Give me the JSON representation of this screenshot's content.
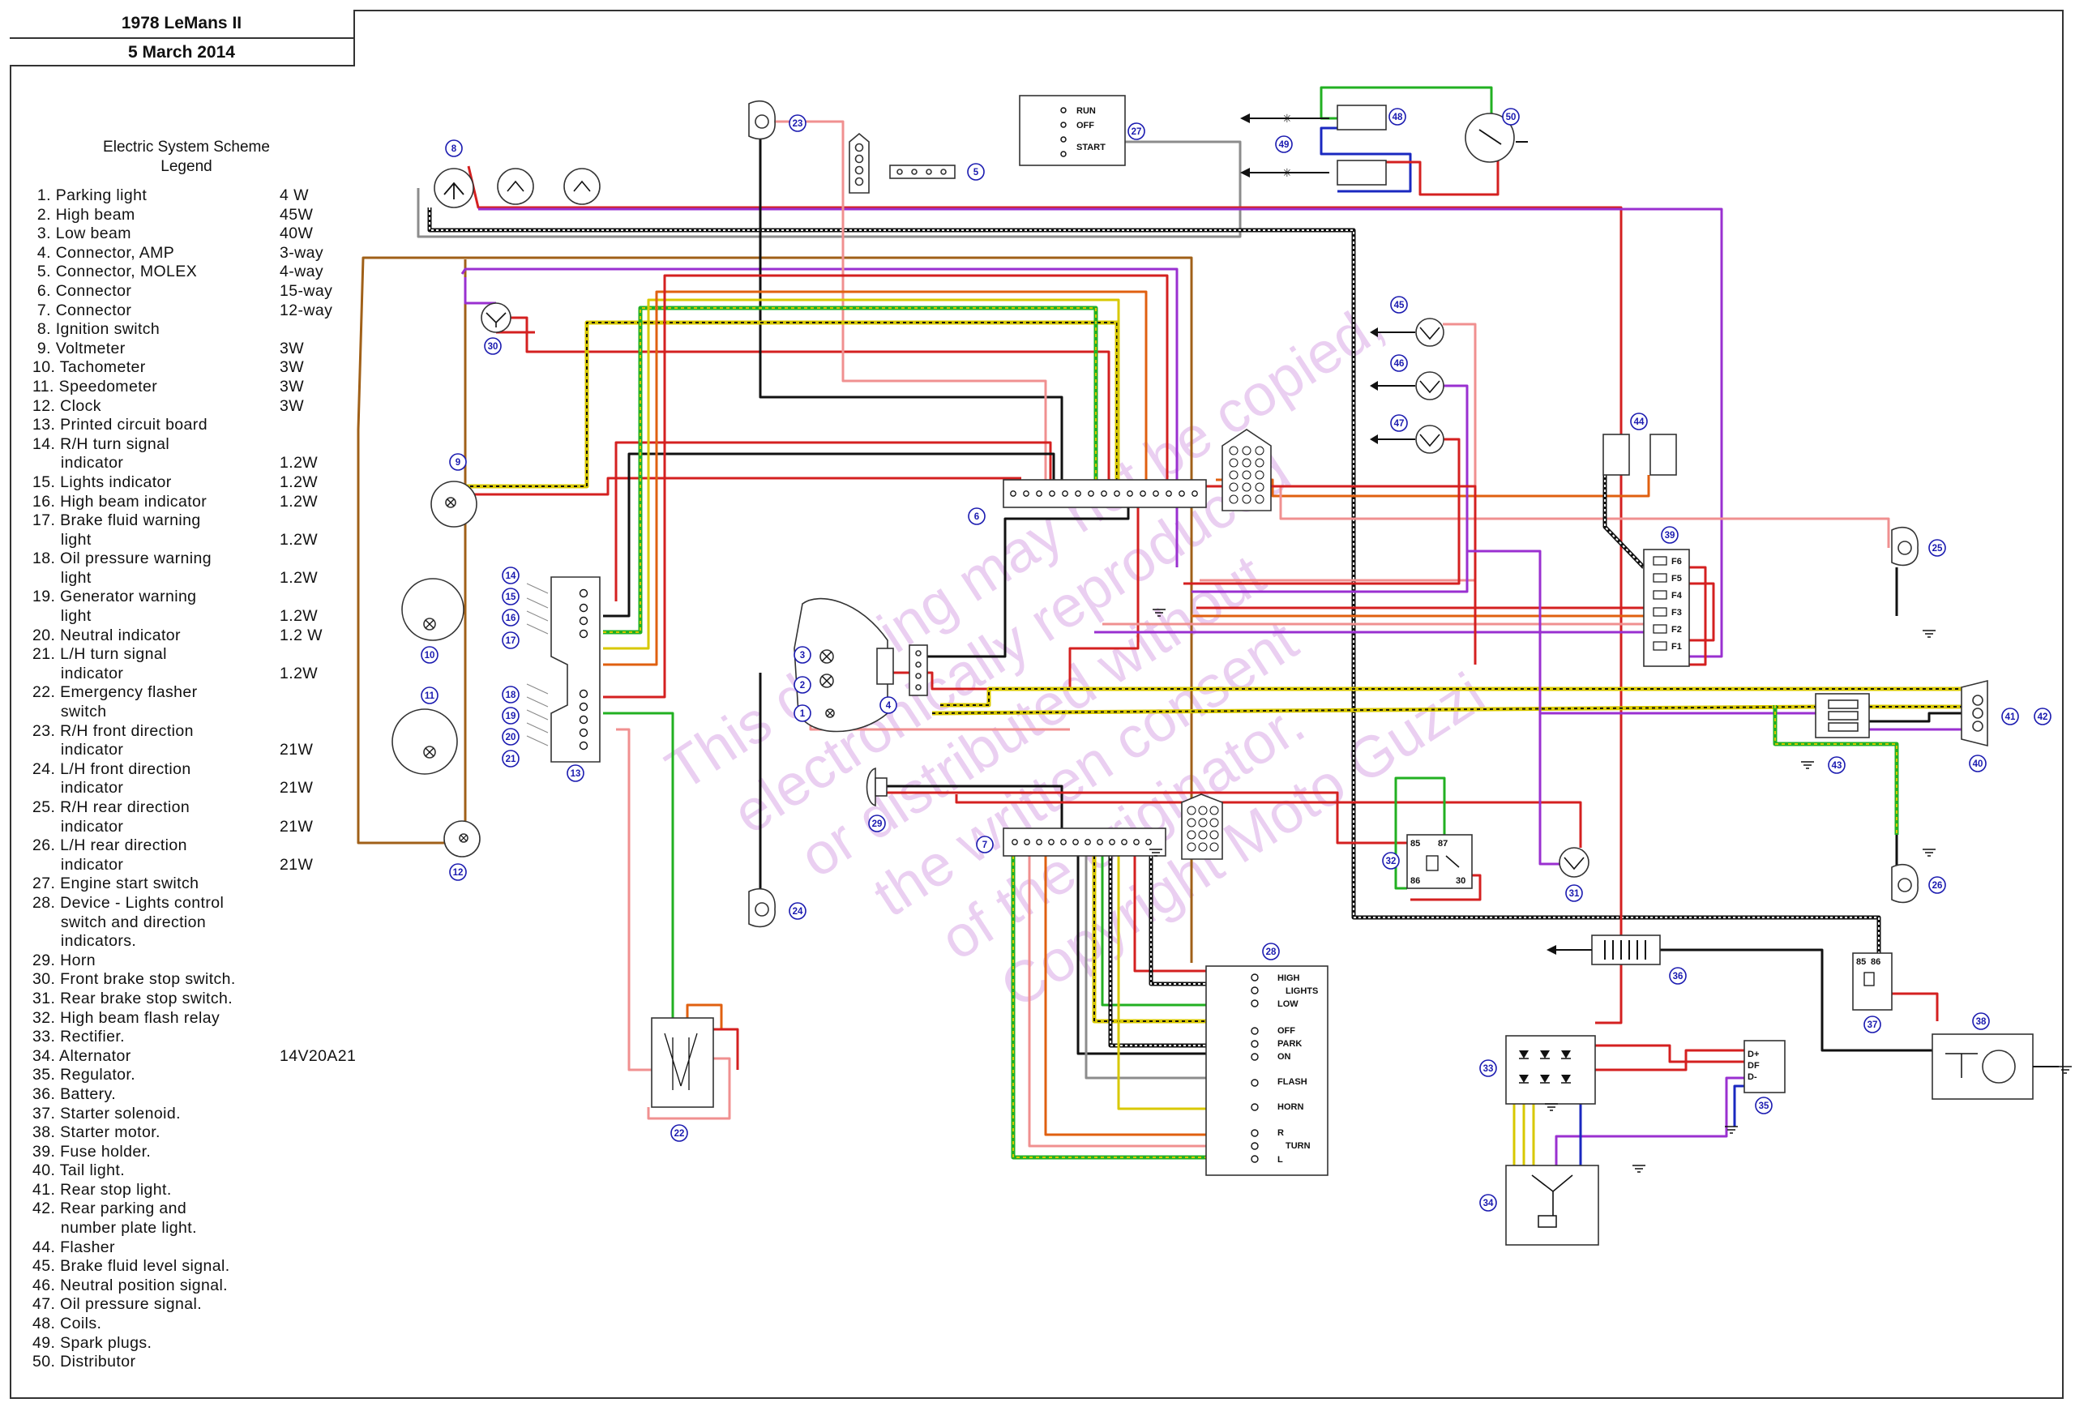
{
  "title": {
    "line1": "1978 LeMans II",
    "line2": "5 March 2014"
  },
  "legend": {
    "heading_line1": "Electric System Scheme",
    "heading_line2": "Legend",
    "items": [
      {
        "label": " 1. Parking light",
        "spec": "4 W"
      },
      {
        "label": " 2. High beam",
        "spec": "45W"
      },
      {
        "label": " 3. Low beam",
        "spec": "40W"
      },
      {
        "label": " 4. Connector, AMP",
        "spec": "3-way"
      },
      {
        "label": " 5. Connector, MOLEX",
        "spec": "4-way"
      },
      {
        "label": " 6. Connector",
        "spec": "15-way"
      },
      {
        "label": " 7. Connector",
        "spec": "12-way"
      },
      {
        "label": " 8. Ignition switch",
        "spec": ""
      },
      {
        "label": " 9. Voltmeter",
        "spec": "3W"
      },
      {
        "label": "10. Tachometer",
        "spec": "3W"
      },
      {
        "label": "11. Speedometer",
        "spec": "3W"
      },
      {
        "label": "12. Clock",
        "spec": "3W"
      },
      {
        "label": "13. Printed circuit board",
        "spec": ""
      },
      {
        "label": "14. R/H turn signal",
        "spec": ""
      },
      {
        "label": "      indicator",
        "spec": "1.2W"
      },
      {
        "label": "15. Lights indicator",
        "spec": "1.2W"
      },
      {
        "label": "16. High beam indicator",
        "spec": "1.2W"
      },
      {
        "label": "17. Brake fluid warning",
        "spec": ""
      },
      {
        "label": "      light",
        "spec": "1.2W"
      },
      {
        "label": "18. Oil pressure warning",
        "spec": ""
      },
      {
        "label": "      light",
        "spec": "1.2W"
      },
      {
        "label": "19. Generator warning",
        "spec": ""
      },
      {
        "label": "      light",
        "spec": "1.2W"
      },
      {
        "label": "20. Neutral indicator",
        "spec": "1.2 W"
      },
      {
        "label": "21. L/H turn signal",
        "spec": ""
      },
      {
        "label": "      indicator",
        "spec": "1.2W"
      },
      {
        "label": "22. Emergency flasher",
        "spec": ""
      },
      {
        "label": "      switch",
        "spec": ""
      },
      {
        "label": "23. R/H front direction",
        "spec": ""
      },
      {
        "label": "      indicator",
        "spec": "21W"
      },
      {
        "label": "24. L/H front direction",
        "spec": ""
      },
      {
        "label": "      indicator",
        "spec": "21W"
      },
      {
        "label": "25. R/H rear direction",
        "spec": ""
      },
      {
        "label": "      indicator",
        "spec": "21W"
      },
      {
        "label": "26. L/H rear direction",
        "spec": ""
      },
      {
        "label": "      indicator",
        "spec": "21W"
      },
      {
        "label": "27. Engine start switch",
        "spec": ""
      },
      {
        "label": "28. Device - Lights control",
        "spec": ""
      },
      {
        "label": "      switch and direction",
        "spec": ""
      },
      {
        "label": "      indicators.",
        "spec": ""
      },
      {
        "label": "29. Horn",
        "spec": ""
      },
      {
        "label": "30. Front brake stop switch.",
        "spec": ""
      },
      {
        "label": "31. Rear brake stop switch.",
        "spec": ""
      },
      {
        "label": "32. High beam flash relay",
        "spec": ""
      },
      {
        "label": "33. Rectifier.",
        "spec": ""
      },
      {
        "label": "34. Alternator",
        "spec": "14V20A21"
      },
      {
        "label": "35. Regulator.",
        "spec": ""
      },
      {
        "label": "36. Battery.",
        "spec": ""
      },
      {
        "label": "37. Starter solenoid.",
        "spec": ""
      },
      {
        "label": "38. Starter motor.",
        "spec": ""
      },
      {
        "label": "39. Fuse holder.",
        "spec": ""
      },
      {
        "label": "40. Tail light.",
        "spec": ""
      },
      {
        "label": "41. Rear stop light.",
        "spec": ""
      },
      {
        "label": "42. Rear parking and",
        "spec": ""
      },
      {
        "label": "      number plate light.",
        "spec": ""
      },
      {
        "label": "44. Flasher",
        "spec": ""
      },
      {
        "label": "45. Brake fluid level signal.",
        "spec": ""
      },
      {
        "label": "46. Neutral position signal.",
        "spec": ""
      },
      {
        "label": "47. Oil pressure signal.",
        "spec": ""
      },
      {
        "label": "48. Coils.",
        "spec": ""
      },
      {
        "label": "49. Spark plugs.",
        "spec": ""
      },
      {
        "label": "50. Distributor",
        "spec": ""
      }
    ]
  },
  "diagram": {
    "ignition_switch": {
      "run": "RUN",
      "off": "OFF",
      "start": "START"
    },
    "light_switch": {
      "high": "HIGH",
      "lights": "LIGHTS",
      "low": "LOW",
      "off": "OFF",
      "park": "PARK",
      "on": "ON",
      "flash": "FLASH",
      "horn": "HORN",
      "r": "R",
      "turn": "TURN",
      "l": "L"
    },
    "fuses": [
      "F6",
      "F5",
      "F4",
      "F3",
      "F2",
      "F1"
    ],
    "relay_pins": {
      "p85": "85",
      "p87": "87",
      "p86": "86",
      "p30": "30"
    },
    "solenoid_pins": {
      "p85": "85",
      "p86": "86"
    },
    "regulator_pins": [
      "D+",
      "DF",
      "D-"
    ],
    "watermark": [
      "This drawing may not be copied,",
      "electronically reproduced",
      "or distributed without",
      "the written consent",
      "of the originator.",
      "Copyright Moto Guzzi"
    ],
    "callouts": [
      "1",
      "2",
      "3",
      "4",
      "5",
      "6",
      "7",
      "8",
      "9",
      "10",
      "11",
      "12",
      "13",
      "14",
      "15",
      "16",
      "17",
      "18",
      "19",
      "20",
      "21",
      "22",
      "23",
      "24",
      "25",
      "26",
      "27",
      "28",
      "29",
      "30",
      "31",
      "32",
      "33",
      "34",
      "35",
      "36",
      "37",
      "38",
      "39",
      "40",
      "41",
      "42",
      "43",
      "44",
      "45",
      "46",
      "47",
      "48",
      "49",
      "50"
    ],
    "colors": {
      "red": "#d42020",
      "black": "#111111",
      "green": "#22b022",
      "yellow": "#d8c800",
      "purple": "#9a30d0",
      "pink": "#f09090",
      "orange": "#e06010",
      "brown": "#a06018",
      "grey": "#8c8c8c",
      "blue": "#1a28c0",
      "callout": "#1a1ab0"
    }
  }
}
